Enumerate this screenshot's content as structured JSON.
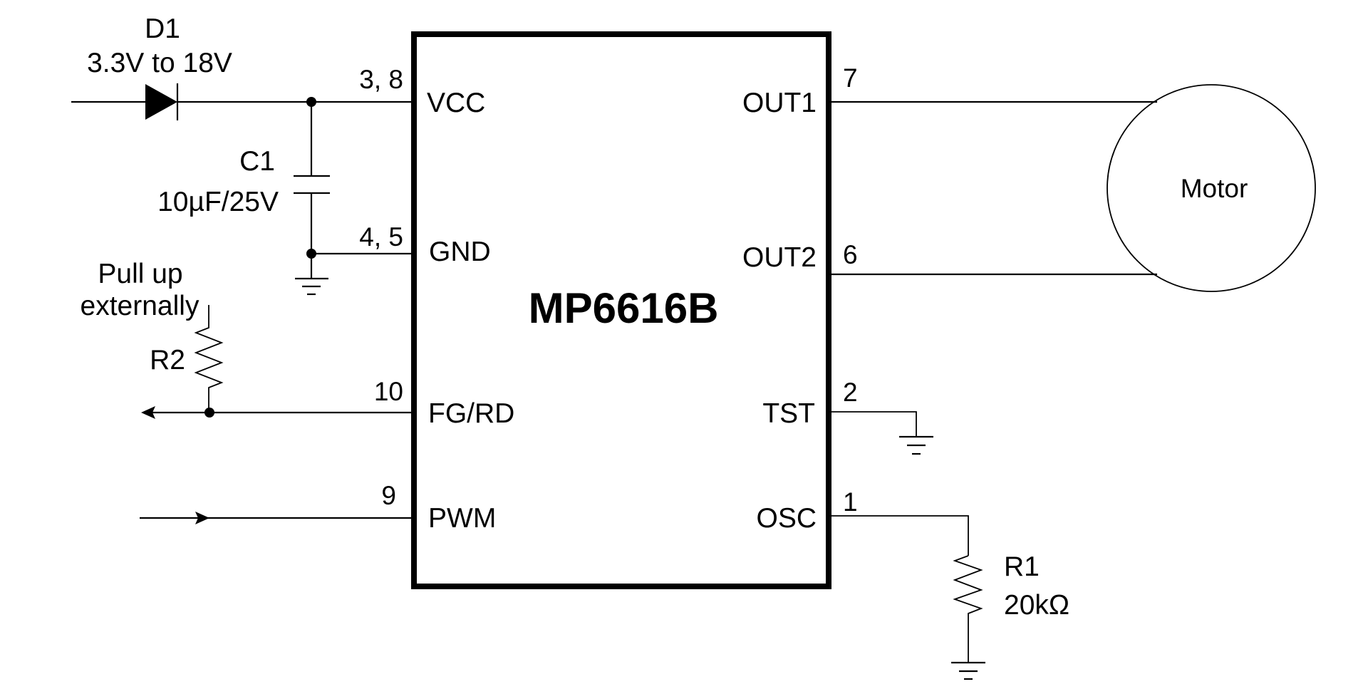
{
  "chip": {
    "name": "MP6616B",
    "pins_left": [
      {
        "label": "VCC",
        "number": "3, 8"
      },
      {
        "label": "GND",
        "number": "4, 5"
      },
      {
        "label": "FG/RD",
        "number": "10"
      },
      {
        "label": "PWM",
        "number": "9"
      }
    ],
    "pins_right": [
      {
        "label": "OUT1",
        "number": "7"
      },
      {
        "label": "OUT2",
        "number": "6"
      },
      {
        "label": "TST",
        "number": "2"
      },
      {
        "label": "OSC",
        "number": "1"
      }
    ]
  },
  "components": {
    "d1": {
      "ref": "D1",
      "value": "3.3V to 18V"
    },
    "c1": {
      "ref": "C1",
      "value": "10µF/25V"
    },
    "r2": {
      "ref": "R2",
      "note_line1": "Pull up",
      "note_line2": "externally"
    },
    "r1": {
      "ref": "R1",
      "value": "20kΩ"
    },
    "motor": {
      "label": "Motor"
    }
  }
}
